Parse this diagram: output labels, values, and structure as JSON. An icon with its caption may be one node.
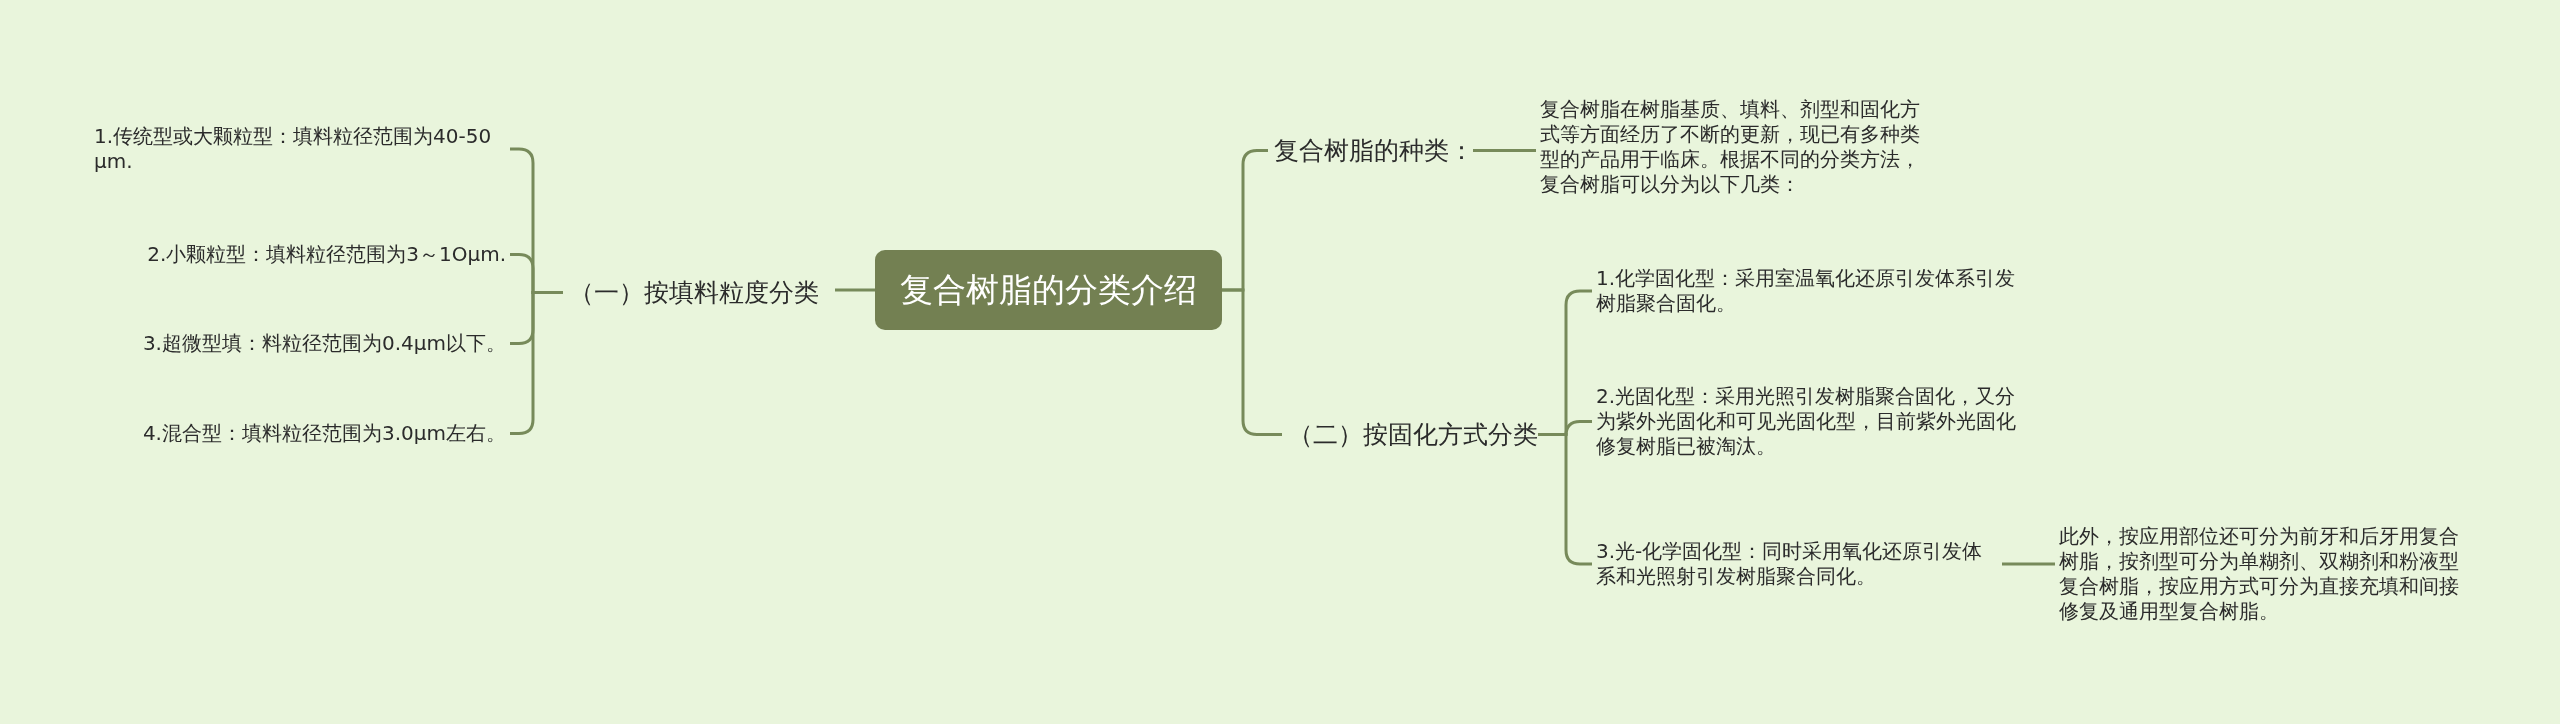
{
  "diagram": {
    "nodes": [
      {
        "text": [
          "复合树脂的分类介绍"
        ]
      },
      {
        "text": [
          "（一）按填料粒度分类"
        ]
      },
      {
        "text": [
          "1.传统型或大颗粒型：填料粒径范围为40-50 µm."
        ]
      },
      {
        "text": [
          "2.小颗粒型：填料粒径范围为3～1Oµm."
        ]
      },
      {
        "text": [
          "3.超微型填：料粒径范围为0.4µm以下。"
        ]
      },
      {
        "text": [
          "4.混合型：填料粒径范围为3.0µm左右。"
        ]
      },
      {
        "text": [
          "复合树脂的种类："
        ]
      },
      {
        "text": [
          "复合树脂在树脂基质、填料、剂型和固化方式等方面经历了不断的更新，现已有多种类型的产品用于临床。根据不同的分类方法，复合树脂可以分为以下几类："
        ]
      },
      {
        "text": [
          "（二）按固化方式分类"
        ]
      },
      {
        "text": [
          "1.化学固化型：采用室温氧化还原引发体系引发树脂聚合固化。"
        ]
      },
      {
        "text": [
          "2.光固化型：采用光照引发树脂聚合固化，又分为紫外光固化和可见光固化型，目前紫外光固化修复树脂已被淘汰。"
        ]
      },
      {
        "text": [
          "3.光-化学固化型：同时采用氧化还原引发体系和光照射引发树脂聚合同化。"
        ]
      },
      {
        "text": [
          "此外，按应用部位还可分为前牙和后牙用复合树脂，按剂型可分为单糊剂、双糊剂和粉液型复合树脂，按应用方式可分为直接充填和间接修复及通用型复合树脂。"
        ]
      }
    ],
    "edges": [
      {
        "from": 0,
        "to": 1,
        "arrow": "none"
      },
      {
        "from": 1,
        "to": 2,
        "arrow": "none"
      },
      {
        "from": 1,
        "to": 3,
        "arrow": "none"
      },
      {
        "from": 1,
        "to": 4,
        "arrow": "none"
      },
      {
        "from": 1,
        "to": 5,
        "arrow": "none"
      },
      {
        "from": 0,
        "to": 6,
        "arrow": "none"
      },
      {
        "from": 6,
        "to": 7,
        "arrow": "none"
      },
      {
        "from": 0,
        "to": 8,
        "arrow": "none"
      },
      {
        "from": 8,
        "to": 9,
        "arrow": "none"
      },
      {
        "from": 8,
        "to": 10,
        "arrow": "none"
      },
      {
        "from": 8,
        "to": 11,
        "arrow": "none"
      },
      {
        "from": 11,
        "to": 12,
        "arrow": "none"
      }
    ]
  }
}
